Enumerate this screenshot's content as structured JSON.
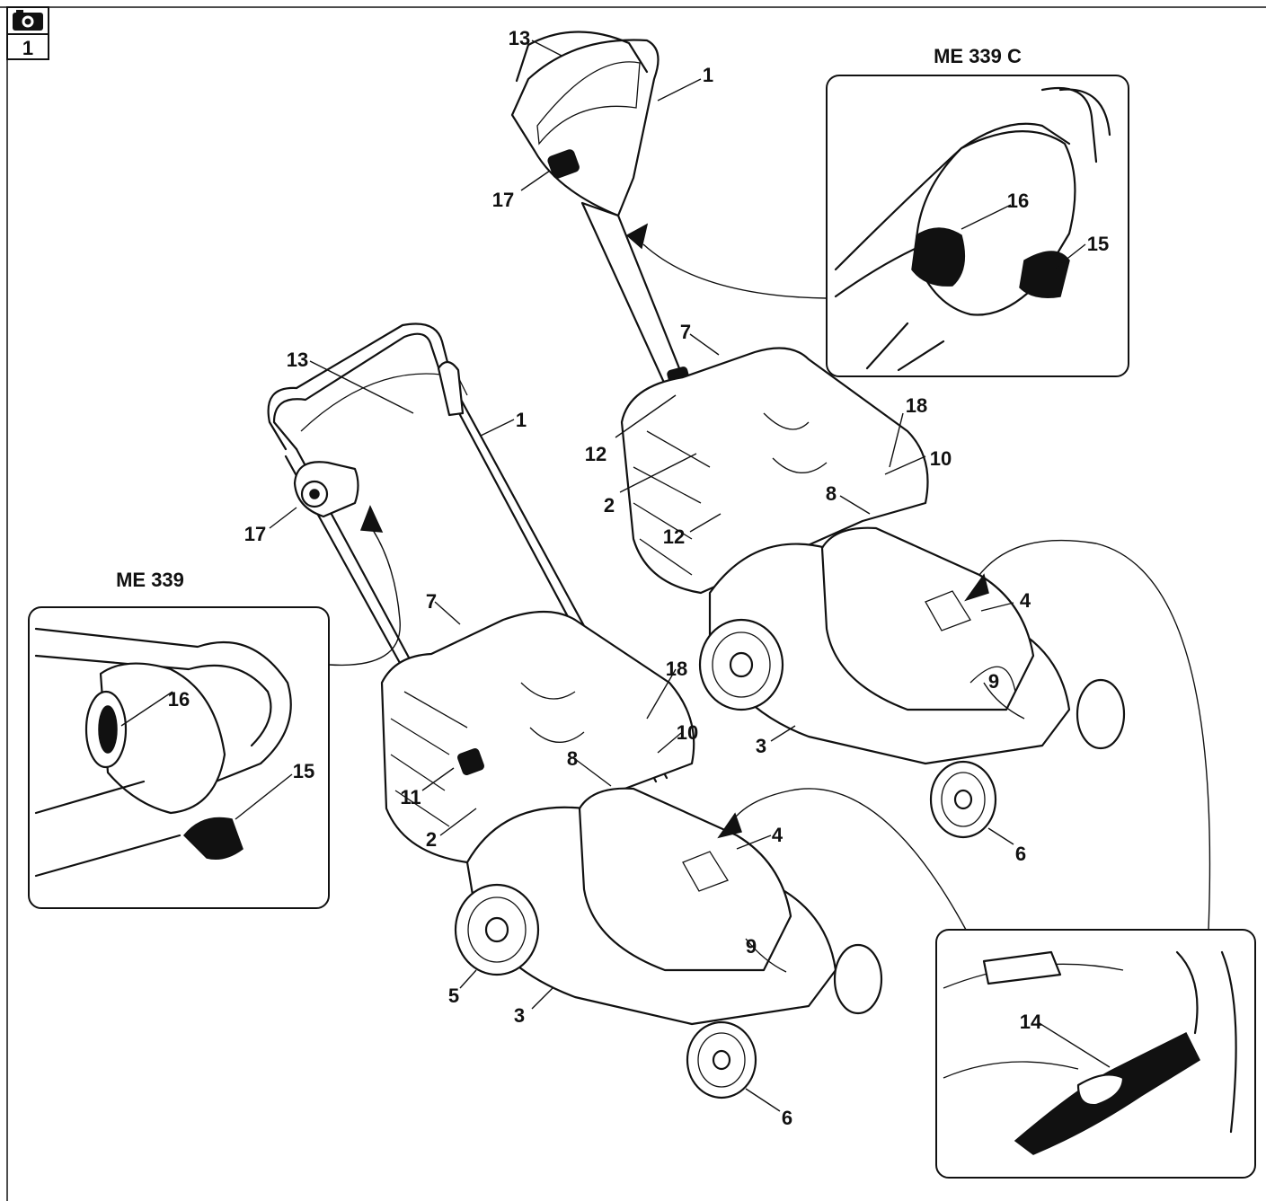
{
  "figure": {
    "number": "1",
    "icon": "camera-icon",
    "inset_titles": {
      "left": "ME 339",
      "right": "ME 339 C"
    }
  },
  "callouts": {
    "front": {
      "c1": "1",
      "c2": "2",
      "c3": "3",
      "c4": "4",
      "c5": "5",
      "c6": "6",
      "c7": "7",
      "c8": "8",
      "c9": "9",
      "c10": "10",
      "c11": "11",
      "c13": "13",
      "c17": "17",
      "c18": "18"
    },
    "back": {
      "c1": "1",
      "c2": "2",
      "c3": "3",
      "c4": "4",
      "c6": "6",
      "c7": "7",
      "c8": "8",
      "c9": "9",
      "c10": "10",
      "c12a": "12",
      "c12b": "12",
      "c13": "13",
      "c17": "17",
      "c18": "18"
    },
    "inset_left": {
      "c15": "15",
      "c16": "16"
    },
    "inset_right": {
      "c15": "15",
      "c16": "16"
    },
    "inset_bottom": {
      "c14": "14"
    }
  },
  "colors": {
    "line": "#111111",
    "background": "#ffffff"
  }
}
